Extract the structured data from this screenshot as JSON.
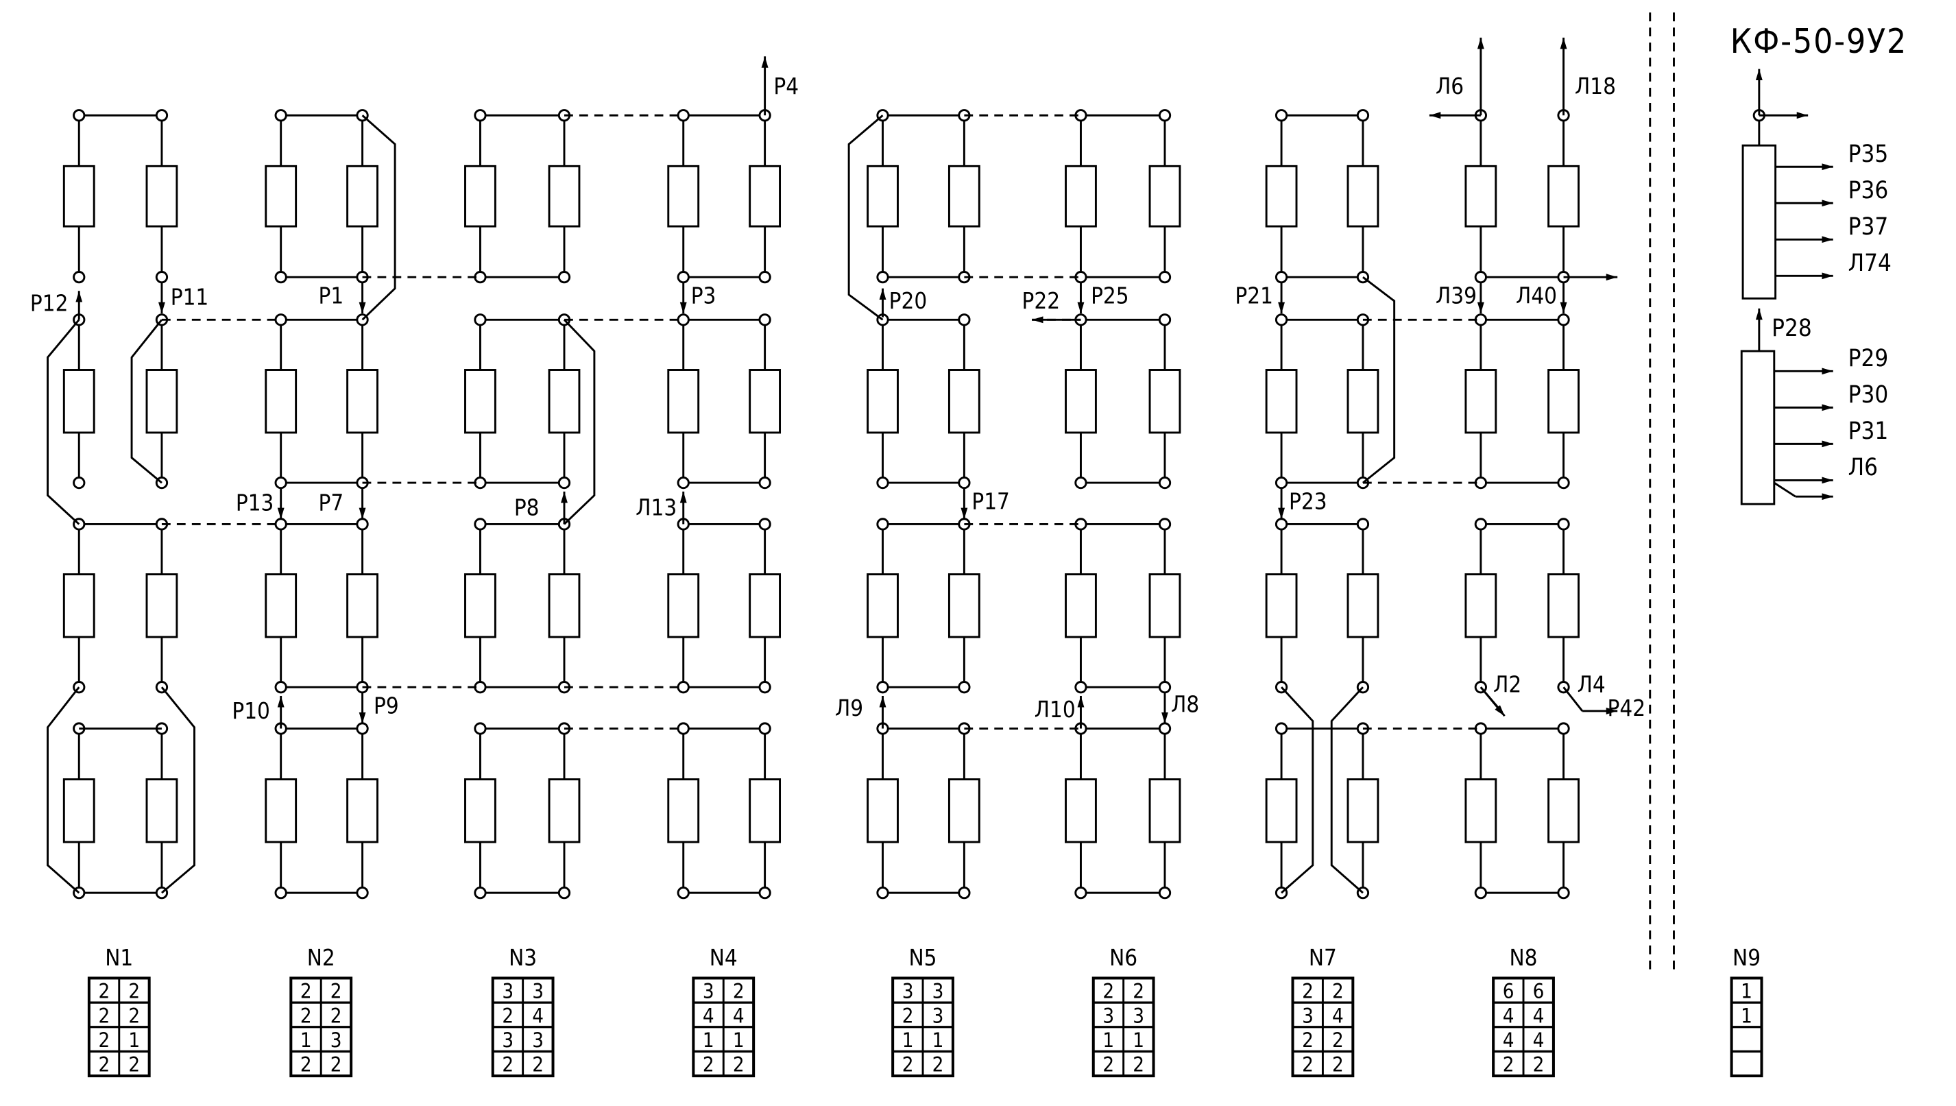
{
  "title": "КФ-50-9У2",
  "labels": {
    "p4": "P4",
    "l6_top": "Л6",
    "l18": "Л18",
    "p12": "P12",
    "p11": "P11",
    "p1": "P1",
    "p3": "P3",
    "p20": "P20",
    "p22": "P22",
    "p25": "P25",
    "p21": "P21",
    "l39": "Л39",
    "l40": "Л40",
    "p13": "P13",
    "p7": "P7",
    "p8": "P8",
    "l13": "Л13",
    "p17": "P17",
    "p23": "P23",
    "p10": "P10",
    "p9": "P9",
    "l9": "Л9",
    "l10": "Л10",
    "l8": "Л8",
    "l2": "Л2",
    "l4": "Л4",
    "p42": "P42"
  },
  "module_outputs": {
    "upper": [
      "P35",
      "P36",
      "P37",
      "Л74"
    ],
    "p28": "P28",
    "lower": [
      "P29",
      "P30",
      "P31",
      "Л6"
    ]
  },
  "tables": [
    {
      "name": "N1",
      "rows": [
        [
          "2",
          "2"
        ],
        [
          "2",
          "2"
        ],
        [
          "2",
          "1"
        ],
        [
          "2",
          "2"
        ]
      ]
    },
    {
      "name": "N2",
      "rows": [
        [
          "2",
          "2"
        ],
        [
          "2",
          "2"
        ],
        [
          "1",
          "3"
        ],
        [
          "2",
          "2"
        ]
      ]
    },
    {
      "name": "N3",
      "rows": [
        [
          "3",
          "3"
        ],
        [
          "2",
          "4"
        ],
        [
          "3",
          "3"
        ],
        [
          "2",
          "2"
        ]
      ]
    },
    {
      "name": "N4",
      "rows": [
        [
          "3",
          "2"
        ],
        [
          "4",
          "4"
        ],
        [
          "1",
          "1"
        ],
        [
          "2",
          "2"
        ]
      ]
    },
    {
      "name": "N5",
      "rows": [
        [
          "3",
          "3"
        ],
        [
          "2",
          "3"
        ],
        [
          "1",
          "1"
        ],
        [
          "2",
          "2"
        ]
      ]
    },
    {
      "name": "N6",
      "rows": [
        [
          "2",
          "2"
        ],
        [
          "3",
          "3"
        ],
        [
          "1",
          "1"
        ],
        [
          "2",
          "2"
        ]
      ]
    },
    {
      "name": "N7",
      "rows": [
        [
          "2",
          "2"
        ],
        [
          "3",
          "4"
        ],
        [
          "2",
          "2"
        ],
        [
          "2",
          "2"
        ]
      ]
    },
    {
      "name": "N8",
      "rows": [
        [
          "6",
          "6"
        ],
        [
          "4",
          "4"
        ],
        [
          "4",
          "4"
        ],
        [
          "2",
          "2"
        ]
      ]
    },
    {
      "name": "N9",
      "rows": [
        [
          "1"
        ],
        [
          "1"
        ],
        [
          ""
        ],
        [
          ""
        ]
      ]
    }
  ]
}
